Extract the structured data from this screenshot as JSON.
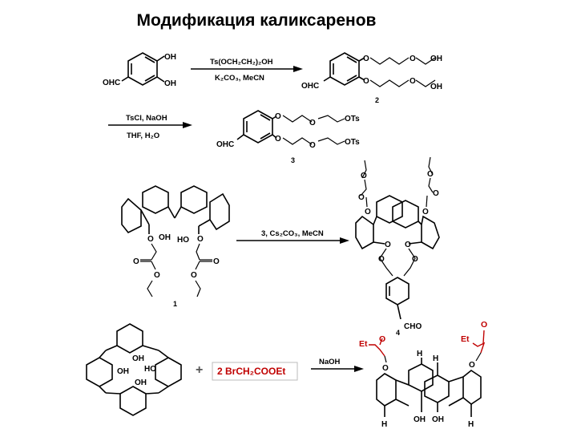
{
  "title": "Модификация каликсаренов",
  "scheme1": {
    "start_oh_top": "OH",
    "start_oh_bottom": "OH",
    "start_cho": "OHC",
    "cond_top": "Ts(OCH₂CH₂)₂OH",
    "cond_bottom": "K₂CO₃, MeCN",
    "product_oh_top": "OH",
    "product_oh_bottom": "OH",
    "product_o1": "O",
    "product_o2": "O",
    "product_o3": "O",
    "product_o4": "O",
    "product_cho": "OHC",
    "product_number": "2"
  },
  "scheme2": {
    "cond_top": "TsCl, NaOH",
    "cond_bottom": "THF, H₂O",
    "ots_top": "OTs",
    "ots_bottom": "OTs",
    "o1": "O",
    "o2": "O",
    "o3": "O",
    "o4": "O",
    "cho": "OHC",
    "product_number": "3"
  },
  "scheme3": {
    "oh": "OH",
    "ho": "HO",
    "o_left": "O",
    "o_right": "O",
    "ester_o_left": "O",
    "ester_o_right": "O",
    "carbonyl_left": "O",
    "carbonyl_right": "O",
    "start_number": "1",
    "cond": "3, Cs₂CO₃, MeCN",
    "product_cho": "CHO",
    "product_number": "4",
    "product_o_labels": [
      "O",
      "O",
      "O",
      "O",
      "O",
      "O",
      "O",
      "O",
      "O",
      "O"
    ]
  },
  "scheme4": {
    "oh_labels": [
      "OH",
      "OH",
      "HO",
      "OH"
    ],
    "plus": "+",
    "reagent": "2 BrCH₂COOEt",
    "cond": "NaOH",
    "et_left": "Et",
    "et_right": "Et",
    "carbonyl_left": "O",
    "carbonyl_right": "O",
    "ether_left": "O",
    "ether_right": "O",
    "h_labels": [
      "H",
      "H",
      "H",
      "H"
    ],
    "product_oh_left": "OH",
    "product_oh_right": "OH"
  }
}
